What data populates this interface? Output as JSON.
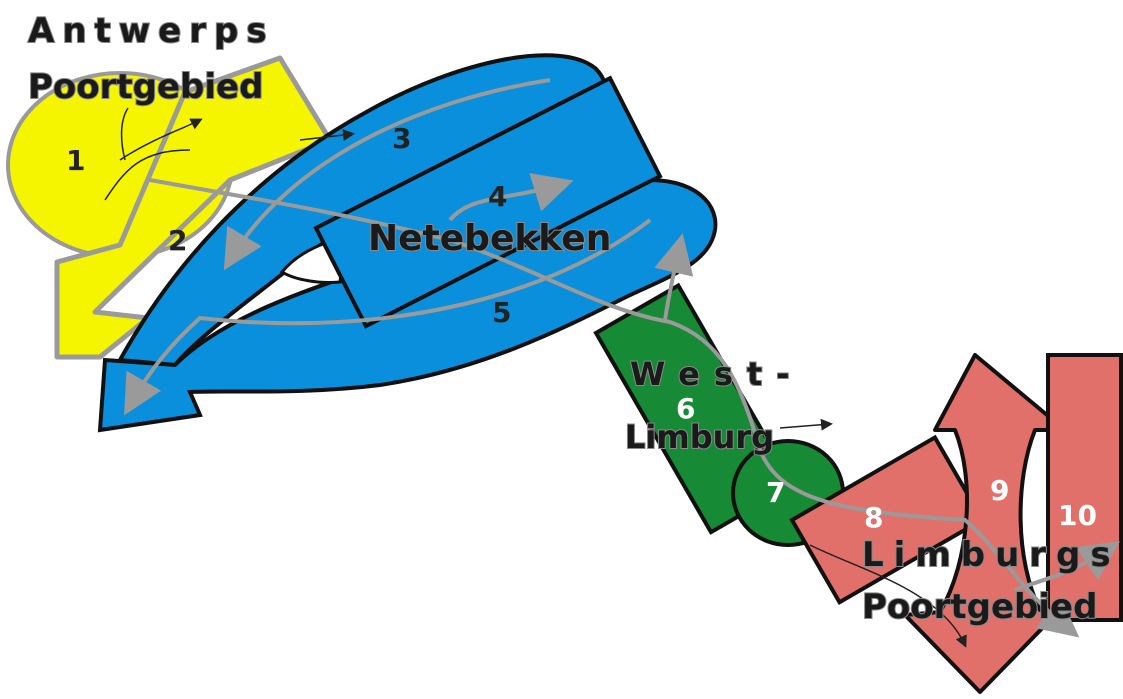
{
  "colors": {
    "yellow": "#f5f500",
    "blue": "#0a8fdc",
    "green": "#168a35",
    "red": "#e2706a",
    "outline": "#111111",
    "route": "#9a9a9a"
  },
  "regions": {
    "antwerp_line1": "Antwerps",
    "antwerp_line2": "Poortgebied",
    "netebekken": "Netebekken",
    "westlimburg_line1": "West-",
    "westlimburg_line2": "Limburg",
    "limburg_line1": "Limburgs",
    "limburg_line2": "Poortgebied"
  },
  "zones": [
    "1",
    "2",
    "3",
    "4",
    "5",
    "6",
    "7",
    "8",
    "9",
    "10"
  ]
}
